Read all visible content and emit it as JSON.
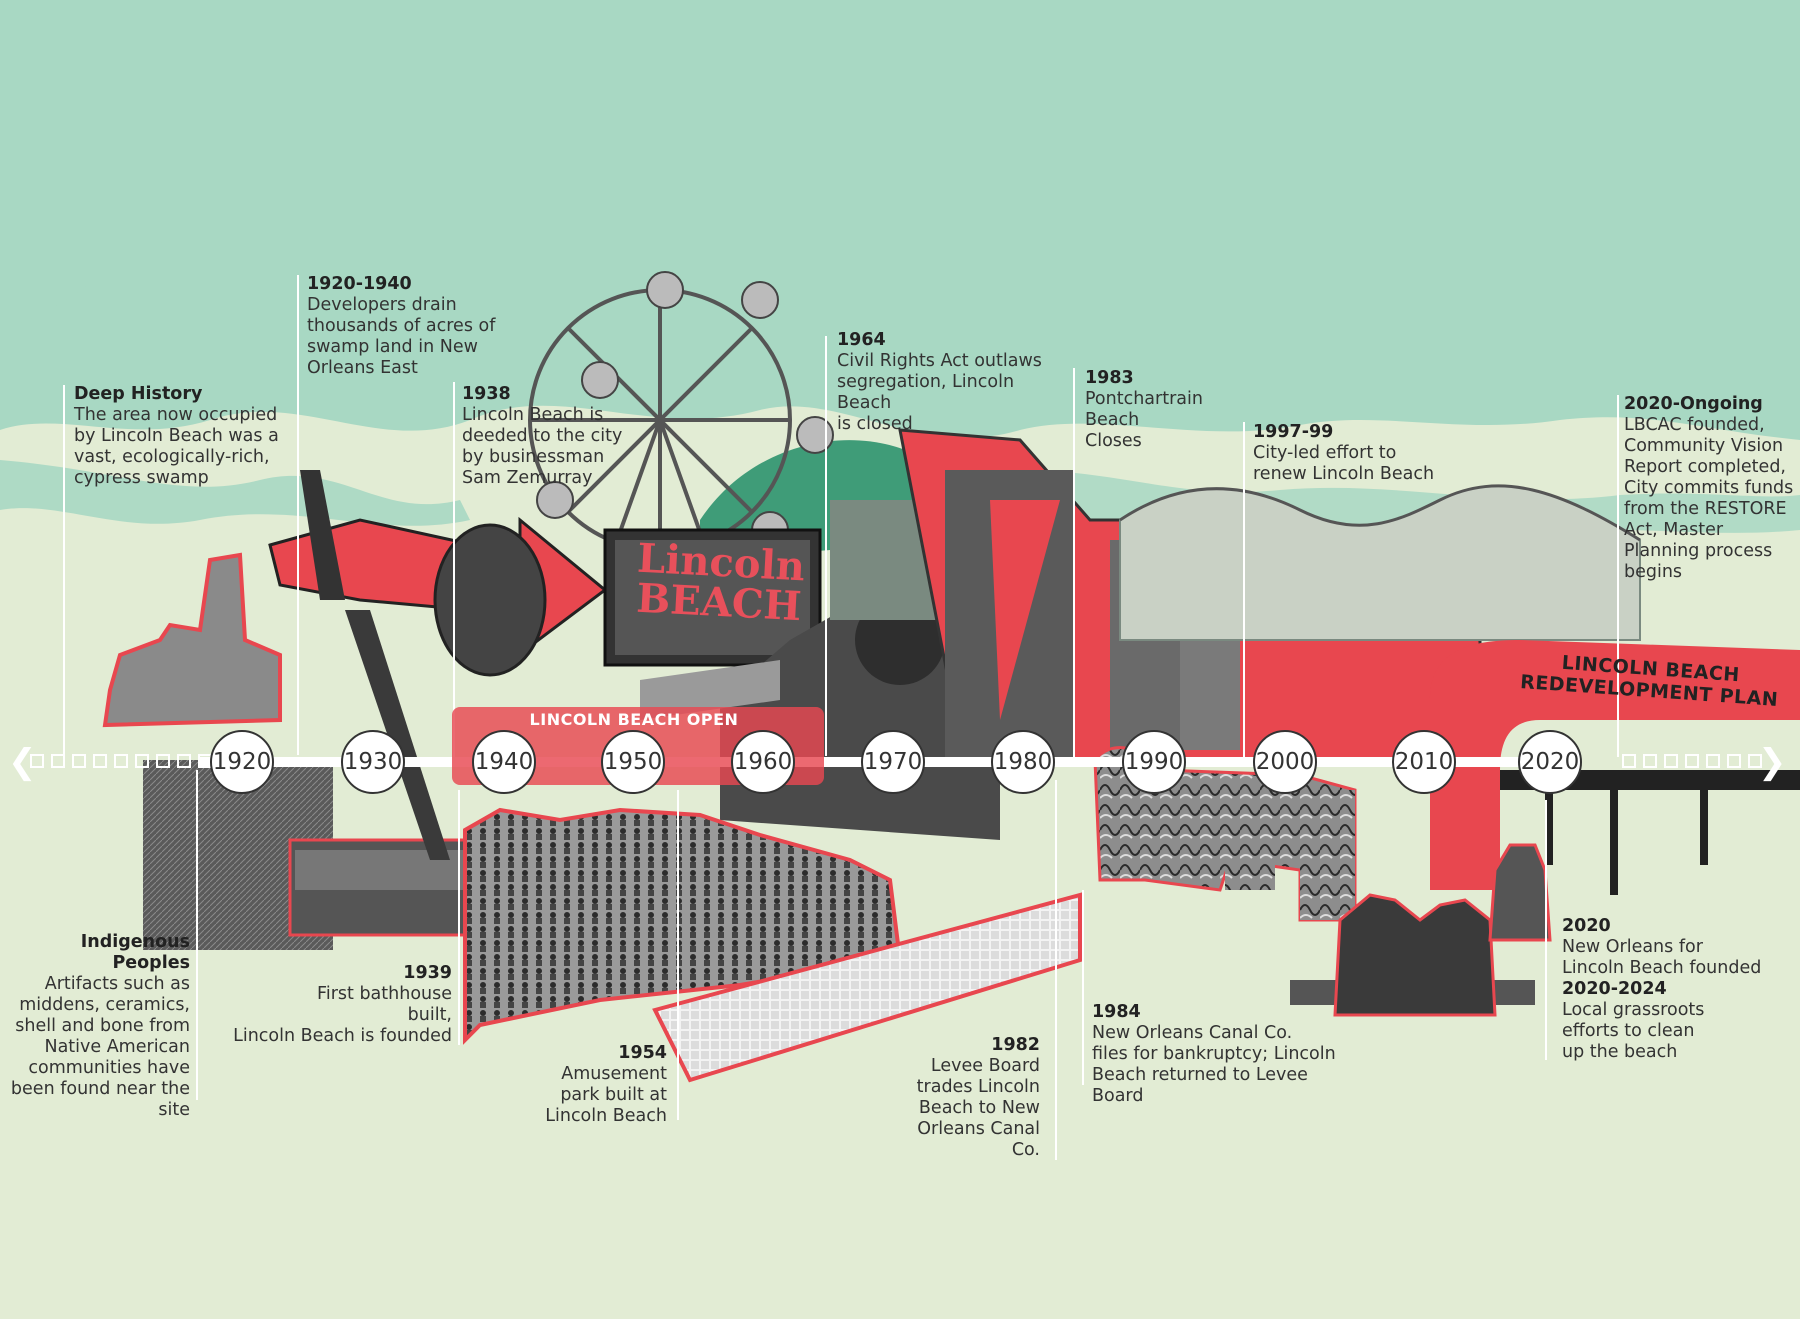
{
  "decades": [
    "1920",
    "1930",
    "1940",
    "1950",
    "1960",
    "1970",
    "1980",
    "1990",
    "2000",
    "2010",
    "2020"
  ],
  "band_label": "LINCOLN BEACH OPEN",
  "plan_label": "LINCOLN BEACH REDEVELOPMENT PLAN",
  "sign_text": "Lincoln BEACH",
  "events": {
    "deep_history": {
      "year": "Deep History",
      "text": "The area now occupied\nby Lincoln Beach was a\nvast, ecologically-rich,\ncypress swamp"
    },
    "e1920_1940": {
      "year": "1920-1940",
      "text": "Developers drain\nthousands of acres of\nswamp land in New\nOrleans East"
    },
    "e1938": {
      "year": "1938",
      "text": "Lincoln Beach is\ndeeded to the city\nby  businessman\nSam Zemurray"
    },
    "e1964": {
      "year": "1964",
      "text": "Civil Rights Act outlaws\nsegregation, Lincoln Beach\nis closed"
    },
    "e1983": {
      "year": "1983",
      "text": "Pontchartrain\nBeach\nCloses"
    },
    "e1997": {
      "year": "1997-99",
      "text": "City-led effort to\nrenew Lincoln Beach"
    },
    "e2020_ongoing": {
      "year": "2020-Ongoing",
      "text": "LBCAC founded,\nCommunity Vision\nReport completed,\nCity commits funds\nfrom the RESTORE\nAct, Master\nPlanning process\nbegins"
    },
    "indigenous": {
      "year": "Indigenous Peoples",
      "text": "Artifacts such as\nmiddens, ceramics,\nshell and bone from\nNative American\ncommunities have\nbeen found near the\nsite"
    },
    "e1939": {
      "year": "1939",
      "text": "First bathhouse\nbuilt,\nLincoln Beach is founded"
    },
    "e1954": {
      "year": "1954",
      "text": "Amusement\npark built at\nLincoln Beach"
    },
    "e1982": {
      "year": "1982",
      "text": "Levee Board\ntrades Lincoln\nBeach to New\nOrleans Canal\nCo."
    },
    "e1984": {
      "year": "1984",
      "text": "New Orleans Canal Co.\nfiles for bankruptcy; Lincoln\nBeach returned to Levee Board"
    },
    "e2020": {
      "year": "2020",
      "text": "New Orleans for\nLincoln Beach founded"
    },
    "e2020_2024": {
      "year": "2020-2024",
      "text": "Local grassroots\nefforts to clean\nup the beach"
    }
  },
  "colors": {
    "sky": "#a8d8c3",
    "land": "#e2ecd4",
    "accent": "#e8474f",
    "band": "#e8505b",
    "teal": "#3f9c78"
  }
}
